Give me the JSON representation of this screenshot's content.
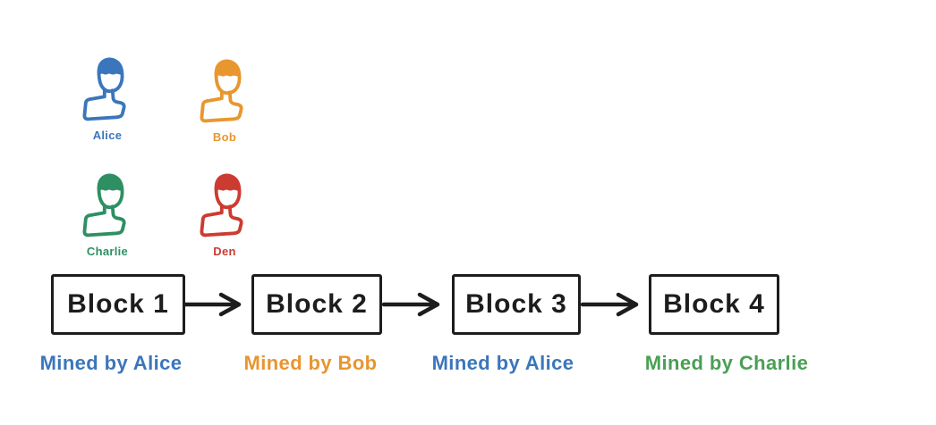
{
  "canvas": {
    "background": "#ffffff"
  },
  "miners": [
    {
      "name": "Alice",
      "color": "#3b76bc"
    },
    {
      "name": "Bob",
      "color": "#e8972e"
    },
    {
      "name": "Charlie",
      "color": "#2e8f63"
    },
    {
      "name": "Den",
      "color": "#cc3b31"
    }
  ],
  "chain": {
    "stroke_color": "#1d1d1d",
    "blocks": [
      {
        "label": "Block 1",
        "caption": "Mined by Alice",
        "caption_color": "#3b76bc"
      },
      {
        "label": "Block 2",
        "caption": "Mined by Bob",
        "caption_color": "#e8952f"
      },
      {
        "label": "Block 3",
        "caption": "Mined by Alice",
        "caption_color": "#3b76bc"
      },
      {
        "label": "Block 4",
        "caption": "Mined by Charlie",
        "caption_color": "#4a9f55"
      }
    ]
  }
}
